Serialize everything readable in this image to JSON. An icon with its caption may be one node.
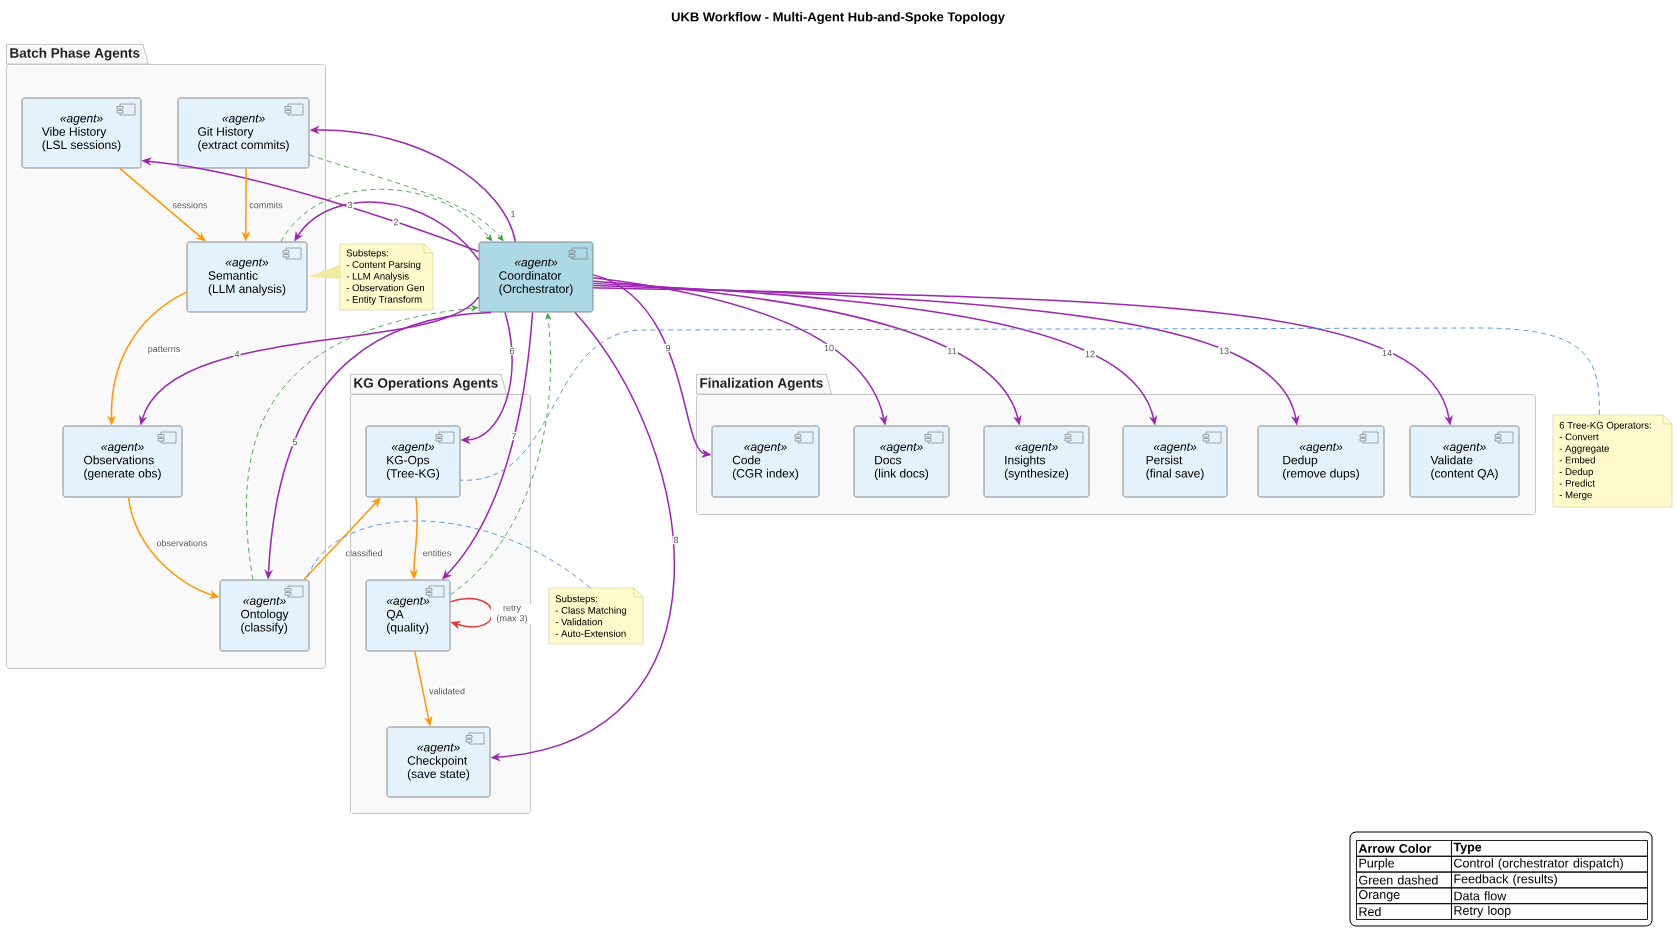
{
  "diagram": {
    "title": "UKB Workflow - Multi-Agent Hub-and-Spoke Topology",
    "nodes": [
      {
        "text": [
          "Batch Phase Agents"
        ]
      },
      {
        "text": [
          "«agent»",
          "Vibe History",
          "(LSL sessions)"
        ],
        "in": 0
      },
      {
        "text": [
          "«agent»",
          "Git History",
          "(extract commits)"
        ],
        "in": 0
      },
      {
        "text": [
          "«agent»",
          "Semantic",
          "(LLM analysis)"
        ],
        "in": 0
      },
      {
        "text": [
          "«agent»",
          "Observations",
          "(generate obs)"
        ],
        "in": 0
      },
      {
        "text": [
          "«agent»",
          "Ontology",
          "(classify)"
        ],
        "in": 0
      },
      {
        "text": [
          "Substeps:",
          "- Content Parsing",
          "- LLM Analysis",
          "- Observation Gen",
          "- Entity Transform"
        ]
      },
      {
        "text": [
          "«agent»",
          "Coordinator",
          "(Orchestrator)"
        ]
      },
      {
        "text": [
          "KG Operations Agents"
        ]
      },
      {
        "text": [
          "«agent»",
          "KG-Ops",
          "(Tree-KG)"
        ],
        "in": 8
      },
      {
        "text": [
          "«agent»",
          "QA",
          "(quality)"
        ],
        "in": 8
      },
      {
        "text": [
          "«agent»",
          "Checkpoint",
          "(save state)"
        ],
        "in": 8
      },
      {
        "text": [
          "Substeps:",
          "- Class Matching",
          "- Validation",
          "- Auto-Extension"
        ]
      },
      {
        "text": [
          "Finalization Agents"
        ]
      },
      {
        "text": [
          "«agent»",
          "Code",
          "(CGR index)"
        ],
        "in": 13
      },
      {
        "text": [
          "«agent»",
          "Docs",
          "(link docs)"
        ],
        "in": 13
      },
      {
        "text": [
          "«agent»",
          "Insights",
          "(synthesize)"
        ],
        "in": 13
      },
      {
        "text": [
          "«agent»",
          "Persist",
          "(final save)"
        ],
        "in": 13
      },
      {
        "text": [
          "«agent»",
          "Dedup",
          "(remove dups)"
        ],
        "in": 13
      },
      {
        "text": [
          "«agent»",
          "Validate",
          "(content QA)"
        ],
        "in": 13
      },
      {
        "text": [
          "6 Tree-KG Operators:",
          "- Convert",
          "- Aggregate",
          "- Embed",
          "- Dedup",
          "- Predict",
          "- Merge"
        ]
      }
    ],
    "edges": [
      {
        "from": 7,
        "to": 2,
        "arrow": "to",
        "label": "1"
      },
      {
        "from": 7,
        "to": 1,
        "arrow": "to",
        "label": "2"
      },
      {
        "from": 7,
        "to": 3,
        "arrow": "to",
        "label": "3"
      },
      {
        "from": 7,
        "to": 4,
        "arrow": "to",
        "label": "4"
      },
      {
        "from": 7,
        "to": 5,
        "arrow": "to",
        "label": "5"
      },
      {
        "from": 7,
        "to": 9,
        "arrow": "to",
        "label": "6"
      },
      {
        "from": 7,
        "to": 10,
        "arrow": "to",
        "label": "7"
      },
      {
        "from": 7,
        "to": 11,
        "arrow": "to",
        "label": "8"
      },
      {
        "from": 7,
        "to": 14,
        "arrow": "to",
        "label": "9"
      },
      {
        "from": 7,
        "to": 15,
        "arrow": "to",
        "label": "10"
      },
      {
        "from": 7,
        "to": 16,
        "arrow": "to",
        "label": "11"
      },
      {
        "from": 7,
        "to": 17,
        "arrow": "to",
        "label": "12"
      },
      {
        "from": 7,
        "to": 18,
        "arrow": "to",
        "label": "13"
      },
      {
        "from": 7,
        "to": 19,
        "arrow": "to",
        "label": "14"
      },
      {
        "from": 2,
        "to": 7,
        "arrow": "to",
        "style": "dashed",
        "color": "#43a047"
      },
      {
        "from": 3,
        "to": 7,
        "arrow": "to",
        "style": "dashed",
        "color": "#43a047"
      },
      {
        "from": 5,
        "to": 7,
        "arrow": "to",
        "style": "dashed",
        "color": "#43a047"
      },
      {
        "from": 10,
        "to": 7,
        "arrow": "to",
        "style": "dashed",
        "color": "#43a047"
      },
      {
        "from": 1,
        "to": 3,
        "arrow": "to",
        "label": "sessions",
        "color": "#ff9800"
      },
      {
        "from": 2,
        "to": 3,
        "arrow": "to",
        "label": "commits",
        "color": "#ff9800"
      },
      {
        "from": 3,
        "to": 4,
        "arrow": "to",
        "label": "patterns",
        "color": "#ff9800"
      },
      {
        "from": 4,
        "to": 5,
        "arrow": "to",
        "label": "observations",
        "color": "#ff9800"
      },
      {
        "from": 5,
        "to": 9,
        "arrow": "to",
        "label": "classified",
        "color": "#ff9800"
      },
      {
        "from": 9,
        "to": 10,
        "arrow": "to",
        "label": "entities",
        "color": "#ff9800"
      },
      {
        "from": 10,
        "to": 11,
        "arrow": "to",
        "label": "validated",
        "color": "#ff9800"
      },
      {
        "from": 10,
        "to": 10,
        "arrow": "to",
        "label": "retry (max 3)",
        "color": "#e53935"
      },
      {
        "from": 12,
        "to": 5,
        "arrow": "none",
        "style": "dashed",
        "color": "#4a90e2"
      },
      {
        "from": 20,
        "to": 9,
        "arrow": "none",
        "style": "dashed",
        "color": "#4a90e2"
      },
      {
        "from": 6,
        "to": 3,
        "arrow": "none",
        "color": "#f2e8a0"
      }
    ],
    "labels": [
      "Arrow Color",
      "Type",
      "Purple",
      "Control (orchestrator dispatch)",
      "Green dashed",
      "Feedback (results)",
      "Orange",
      "Data flow",
      "Red",
      "Retry loop"
    ]
  }
}
